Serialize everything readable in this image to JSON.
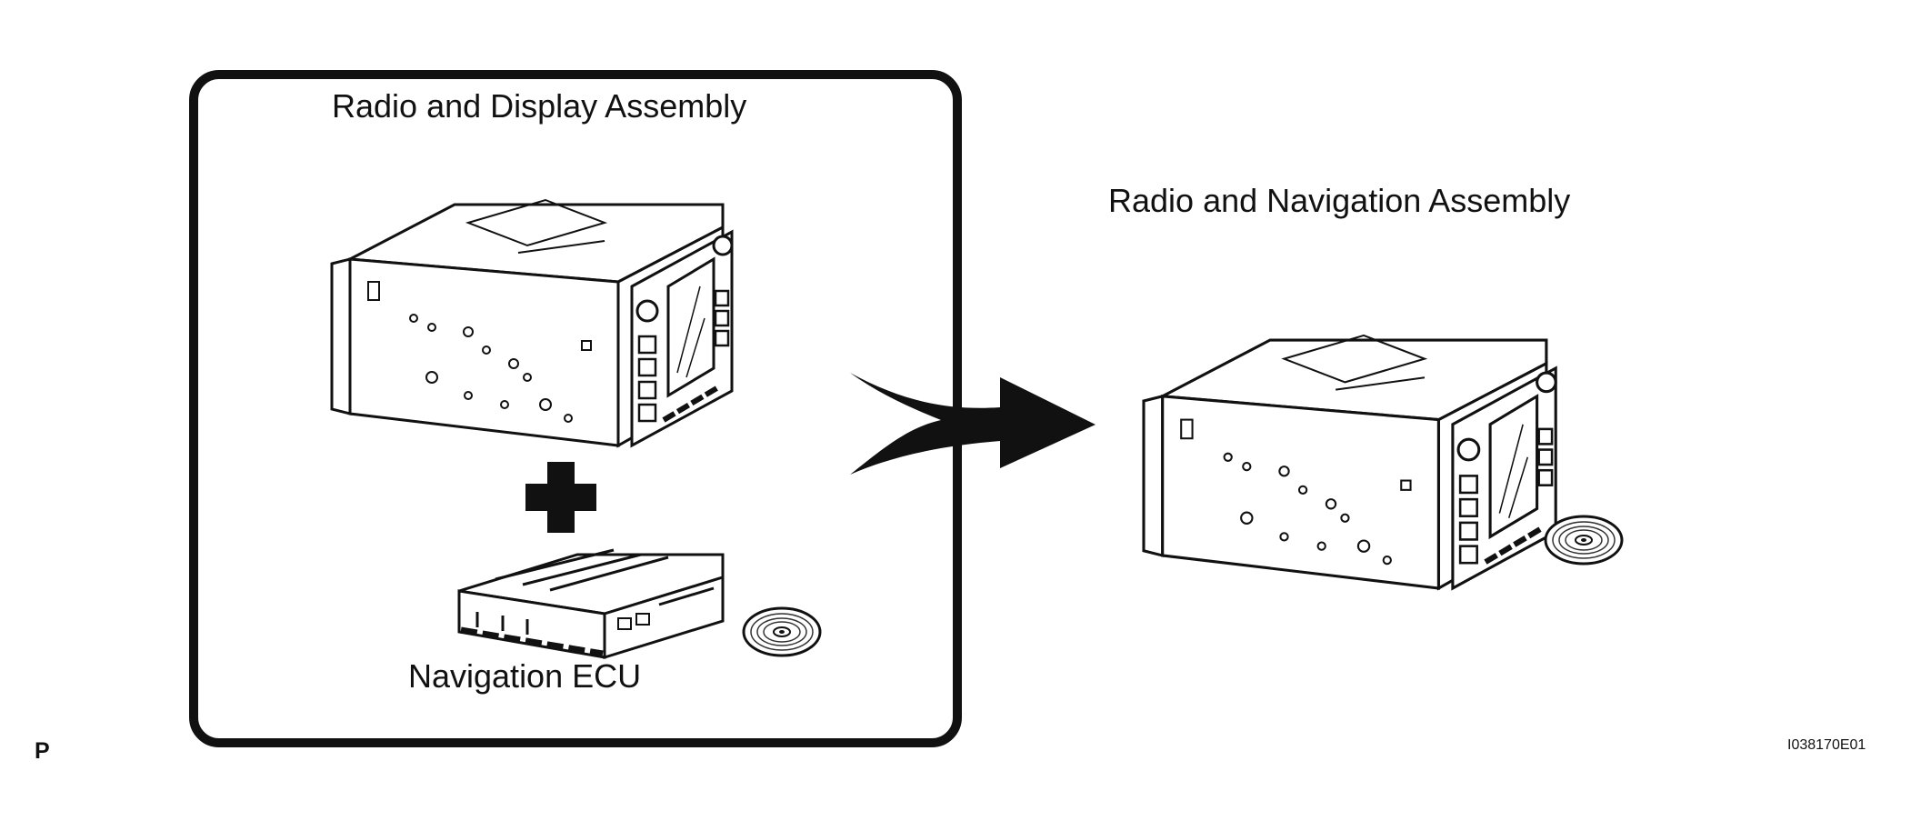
{
  "labels": {
    "before_title": "Radio and Display Assembly",
    "after_title": "Radio and Navigation Assembly",
    "ecu": "Navigation ECU",
    "corner_letter": "P",
    "figure_id": "I038170E01"
  },
  "icons": [
    "radio-display-unit-icon",
    "plus-icon",
    "navigation-ecu-icon",
    "disc-icon",
    "arrow-right-icon",
    "radio-navigation-unit-icon"
  ],
  "colors": {
    "line": "#111111",
    "background": "#ffffff"
  }
}
